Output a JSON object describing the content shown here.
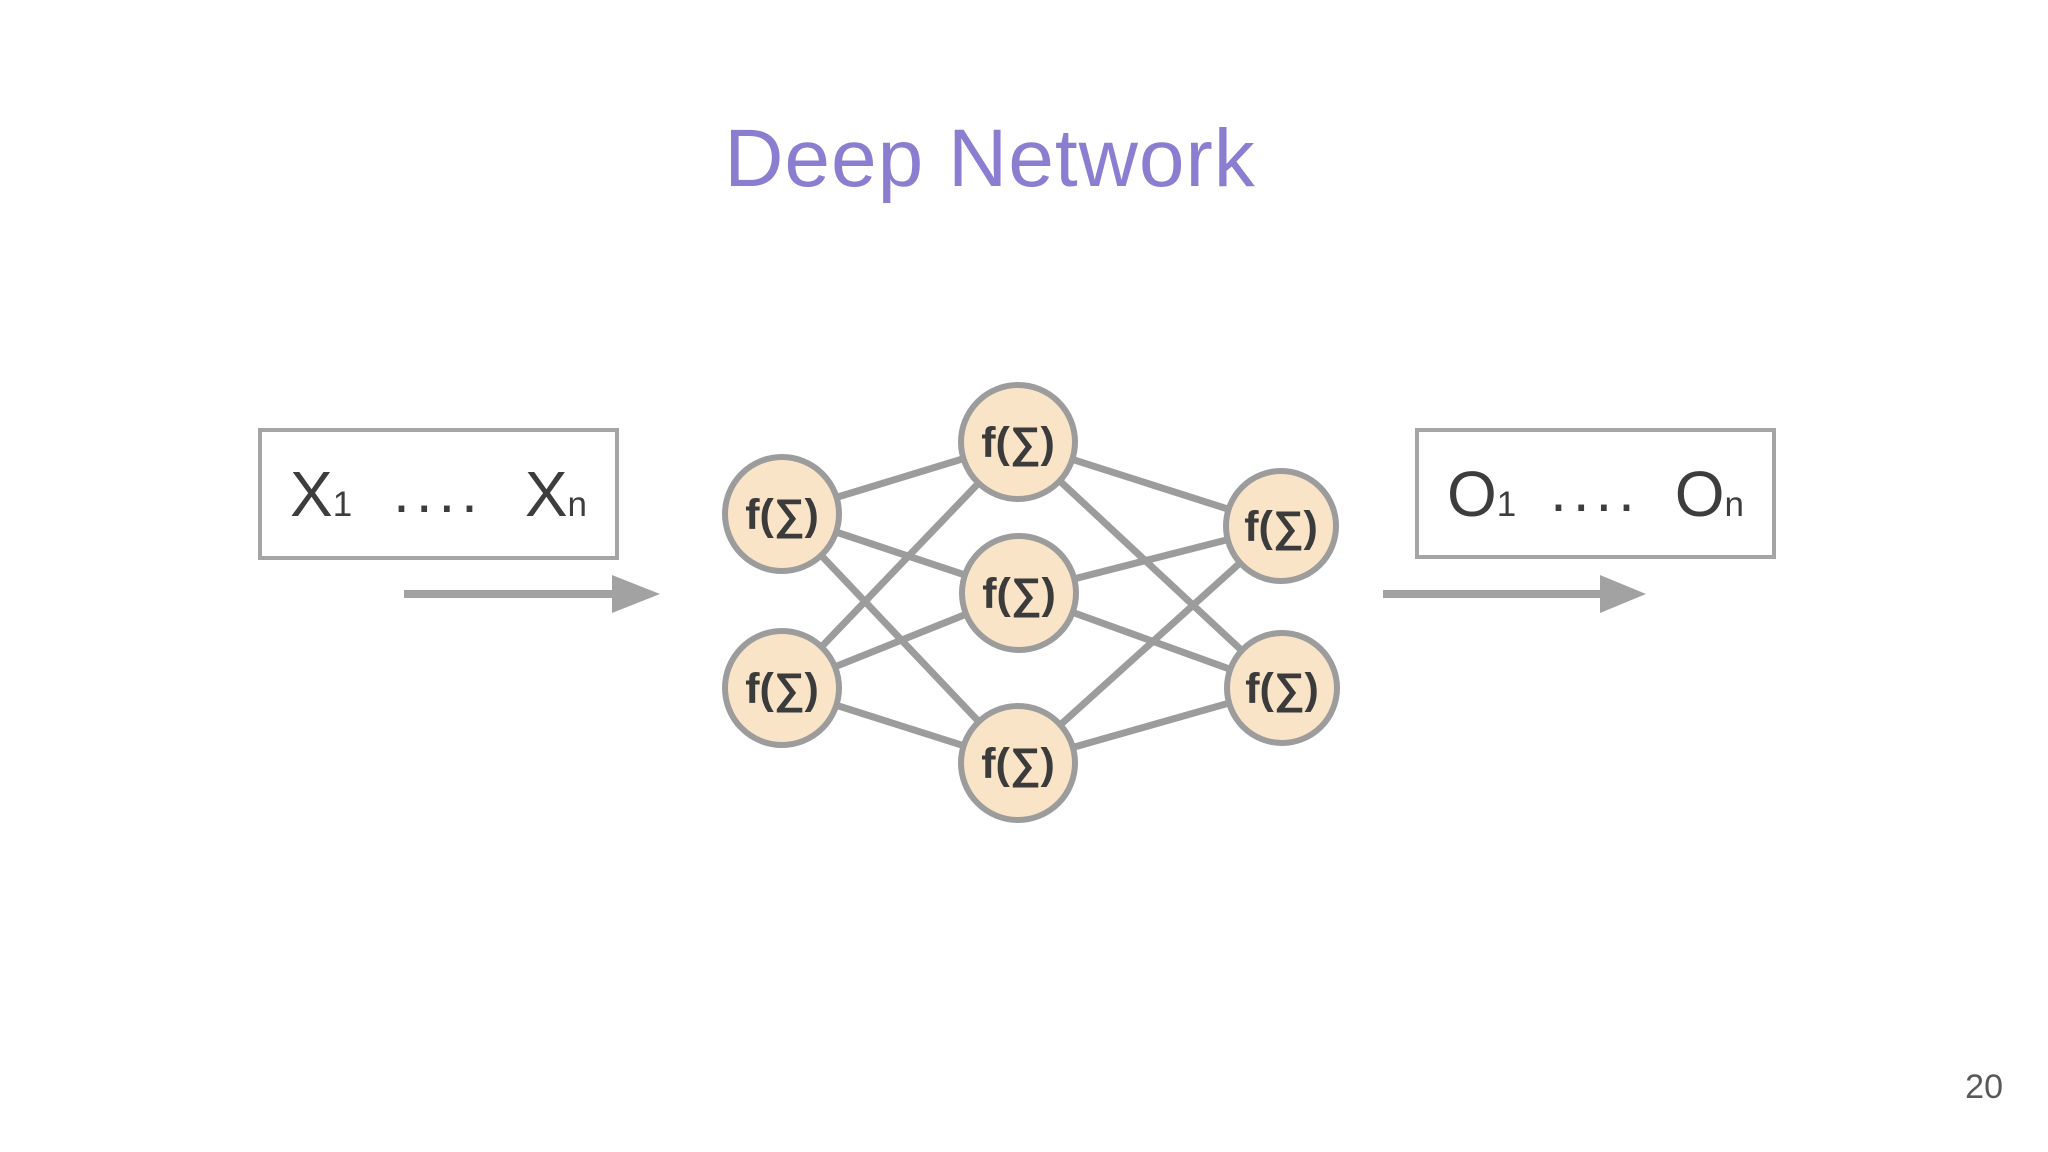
{
  "title": "Deep Network",
  "page_number": "20",
  "input_box": {
    "var": "X",
    "sub_first": "1",
    "dots": "....",
    "sub_last": "n"
  },
  "output_box": {
    "var": "O",
    "sub_first": "1",
    "dots": "....",
    "sub_last": "n"
  },
  "network": {
    "node_label": "f(∑)",
    "layers": [
      2,
      3,
      2
    ],
    "structure": "fully-connected 2-3-2 feed-forward"
  },
  "colors": {
    "title": "#8b7ed0",
    "node_fill": "#f9e4c8",
    "node_border": "#9c9c9c",
    "edge": "#9c9c9c",
    "box_border": "#a5a5a5",
    "box_text": "#3d3d3d",
    "arrow": "#a2a2a2",
    "node_label_text": "#3b3b3b",
    "page_number": "#595959"
  }
}
